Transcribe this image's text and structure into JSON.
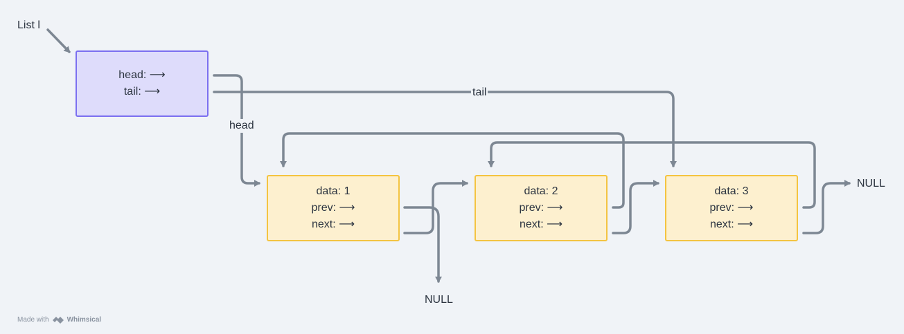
{
  "diagram": {
    "list_title": "List l",
    "list_struct": {
      "head_field": "head: ⟶",
      "tail_field": "tail: ⟶"
    },
    "edge_labels": {
      "head": "head",
      "tail": "tail"
    },
    "nodes": [
      {
        "data": "data: 1",
        "prev": "prev: ⟶",
        "next": "next: ⟶"
      },
      {
        "data": "data: 2",
        "prev": "prev: ⟶",
        "next": "next: ⟶"
      },
      {
        "data": "data: 3",
        "prev": "prev: ⟶",
        "next": "next: ⟶"
      }
    ],
    "null_labels": {
      "right": "NULL",
      "bottom": "NULL"
    },
    "watermark": {
      "prefix": "Made with",
      "brand": "Whimsical"
    }
  },
  "colors": {
    "background": "#f0f3f7",
    "arrow": "#7d8793",
    "list_fill": "#dedcfb",
    "list_border": "#7b6ff0",
    "node_fill": "#fdf0cf",
    "node_border": "#f4c441"
  }
}
